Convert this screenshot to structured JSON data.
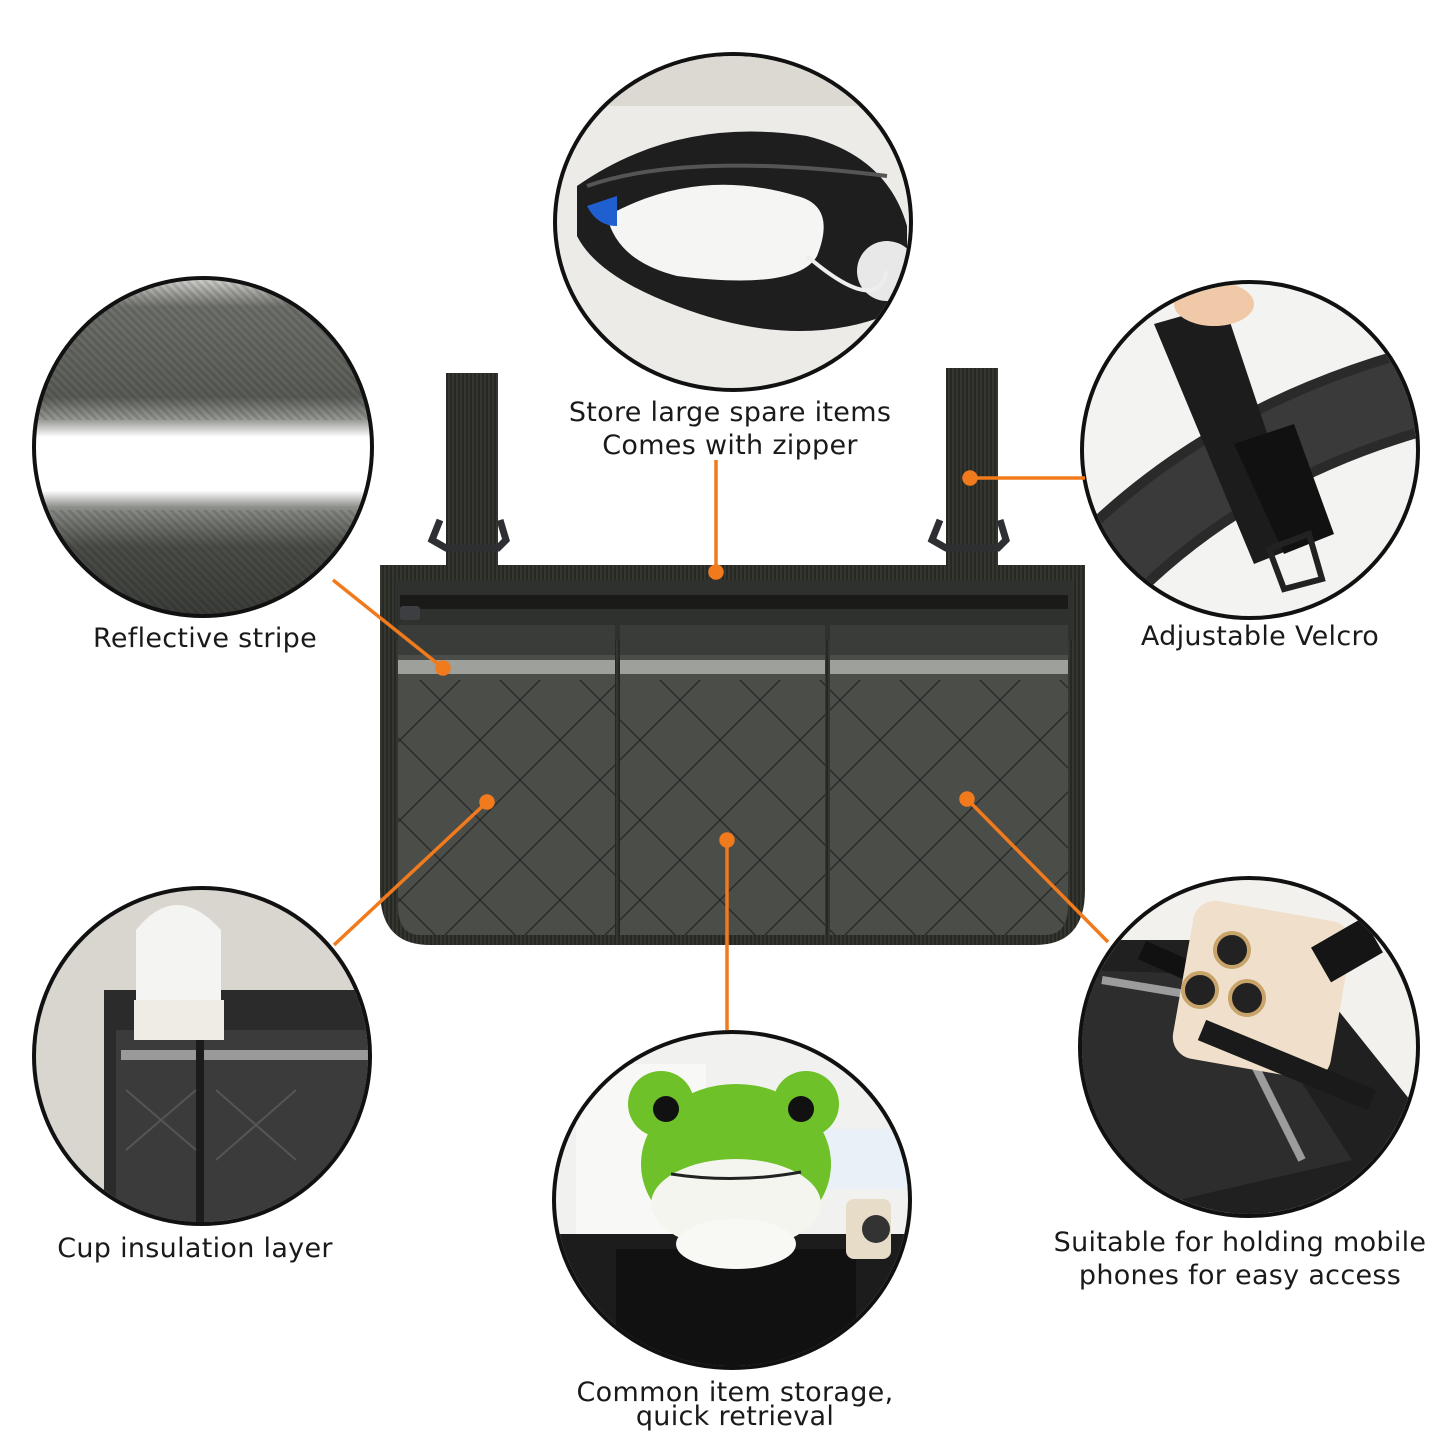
{
  "infographic": {
    "accent_color": "#f07a1c",
    "product": "Wheelchair side storage bag with three quilted pockets and zippered top compartment",
    "callouts": [
      {
        "id": "zipper",
        "lines": [
          "Store large spare items",
          "Comes with zipper"
        ],
        "image": "diapers-in-zippered-compartment"
      },
      {
        "id": "reflective",
        "lines": [
          "Reflective stripe"
        ],
        "image": "reflective-stripe-closeup"
      },
      {
        "id": "velcro",
        "lines": [
          "Adjustable Velcro"
        ],
        "image": "velcro-strap-on-armrest"
      },
      {
        "id": "cup",
        "lines": [
          "Cup insulation layer"
        ],
        "image": "baby-bottle-in-pocket"
      },
      {
        "id": "storage",
        "lines": [
          "Common item storage,",
          "quick retrieval"
        ],
        "image": "plush-frog-in-pocket"
      },
      {
        "id": "phone",
        "lines": [
          "Suitable for holding mobile",
          "phones for easy access"
        ],
        "image": "phone-in-side-pocket"
      }
    ]
  }
}
